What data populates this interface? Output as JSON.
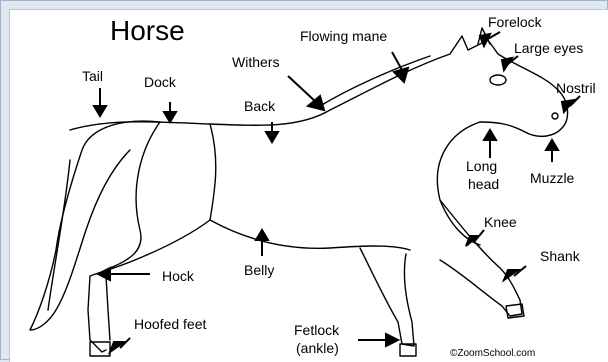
{
  "title": "Horse",
  "labels": {
    "tail": "Tail",
    "dock": "Dock",
    "withers": "Withers",
    "back": "Back",
    "flowing_mane": "Flowing mane",
    "forelock": "Forelock",
    "large_eyes": "Large eyes",
    "nostril": "Nostril",
    "long_head_1": "Long",
    "long_head_2": "head",
    "muzzle": "Muzzle",
    "knee": "Knee",
    "shank": "Shank",
    "belly": "Belly",
    "hock": "Hock",
    "hoofed_feet": "Hoofed feet",
    "fetlock_1": "Fetlock",
    "fetlock_2": "(ankle)"
  },
  "copyright": "©ZoomSchool.com",
  "colors": {
    "outline": "#000000",
    "background": "#ffffff",
    "frame": "#dfe8f1"
  }
}
